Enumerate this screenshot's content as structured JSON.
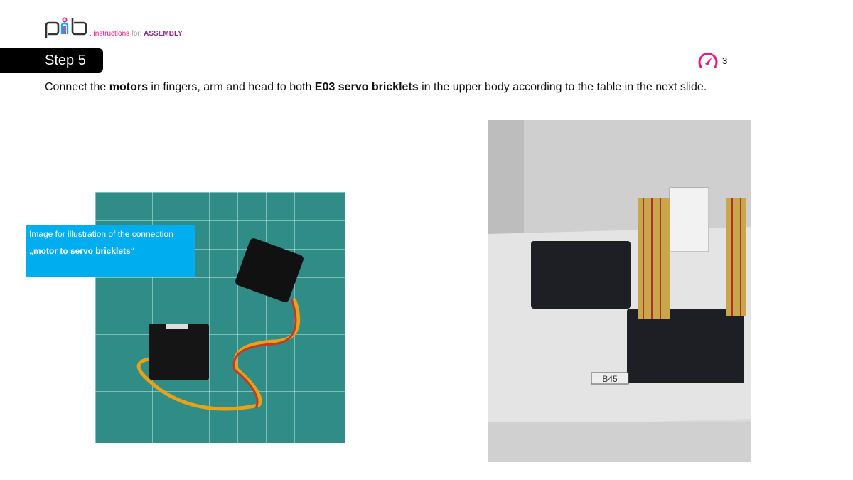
{
  "header": {
    "logo_text": "pib",
    "instructions_label": ". instructions",
    "for_label": " for: ",
    "section": "ASSEMBLY",
    "brand_colors": {
      "pink": "#e5197f",
      "purple": "#8e2a8c"
    }
  },
  "step": {
    "label": "Step 5"
  },
  "difficulty": {
    "icon": "gauge-icon",
    "value": "3"
  },
  "instruction": {
    "parts": [
      {
        "text": "Connect the ",
        "bold": false
      },
      {
        "text": "motors",
        "bold": true
      },
      {
        "text": " in fingers, arm and head to both ",
        "bold": false
      },
      {
        "text": "E03 servo bricklets",
        "bold": true
      },
      {
        "text": " in the upper body according to the table in the next slide.",
        "bold": false
      }
    ]
  },
  "caption": {
    "text": "Image for illustration of the connection ",
    "bold": "„motor to servo bricklets“"
  },
  "render_label": "B45"
}
